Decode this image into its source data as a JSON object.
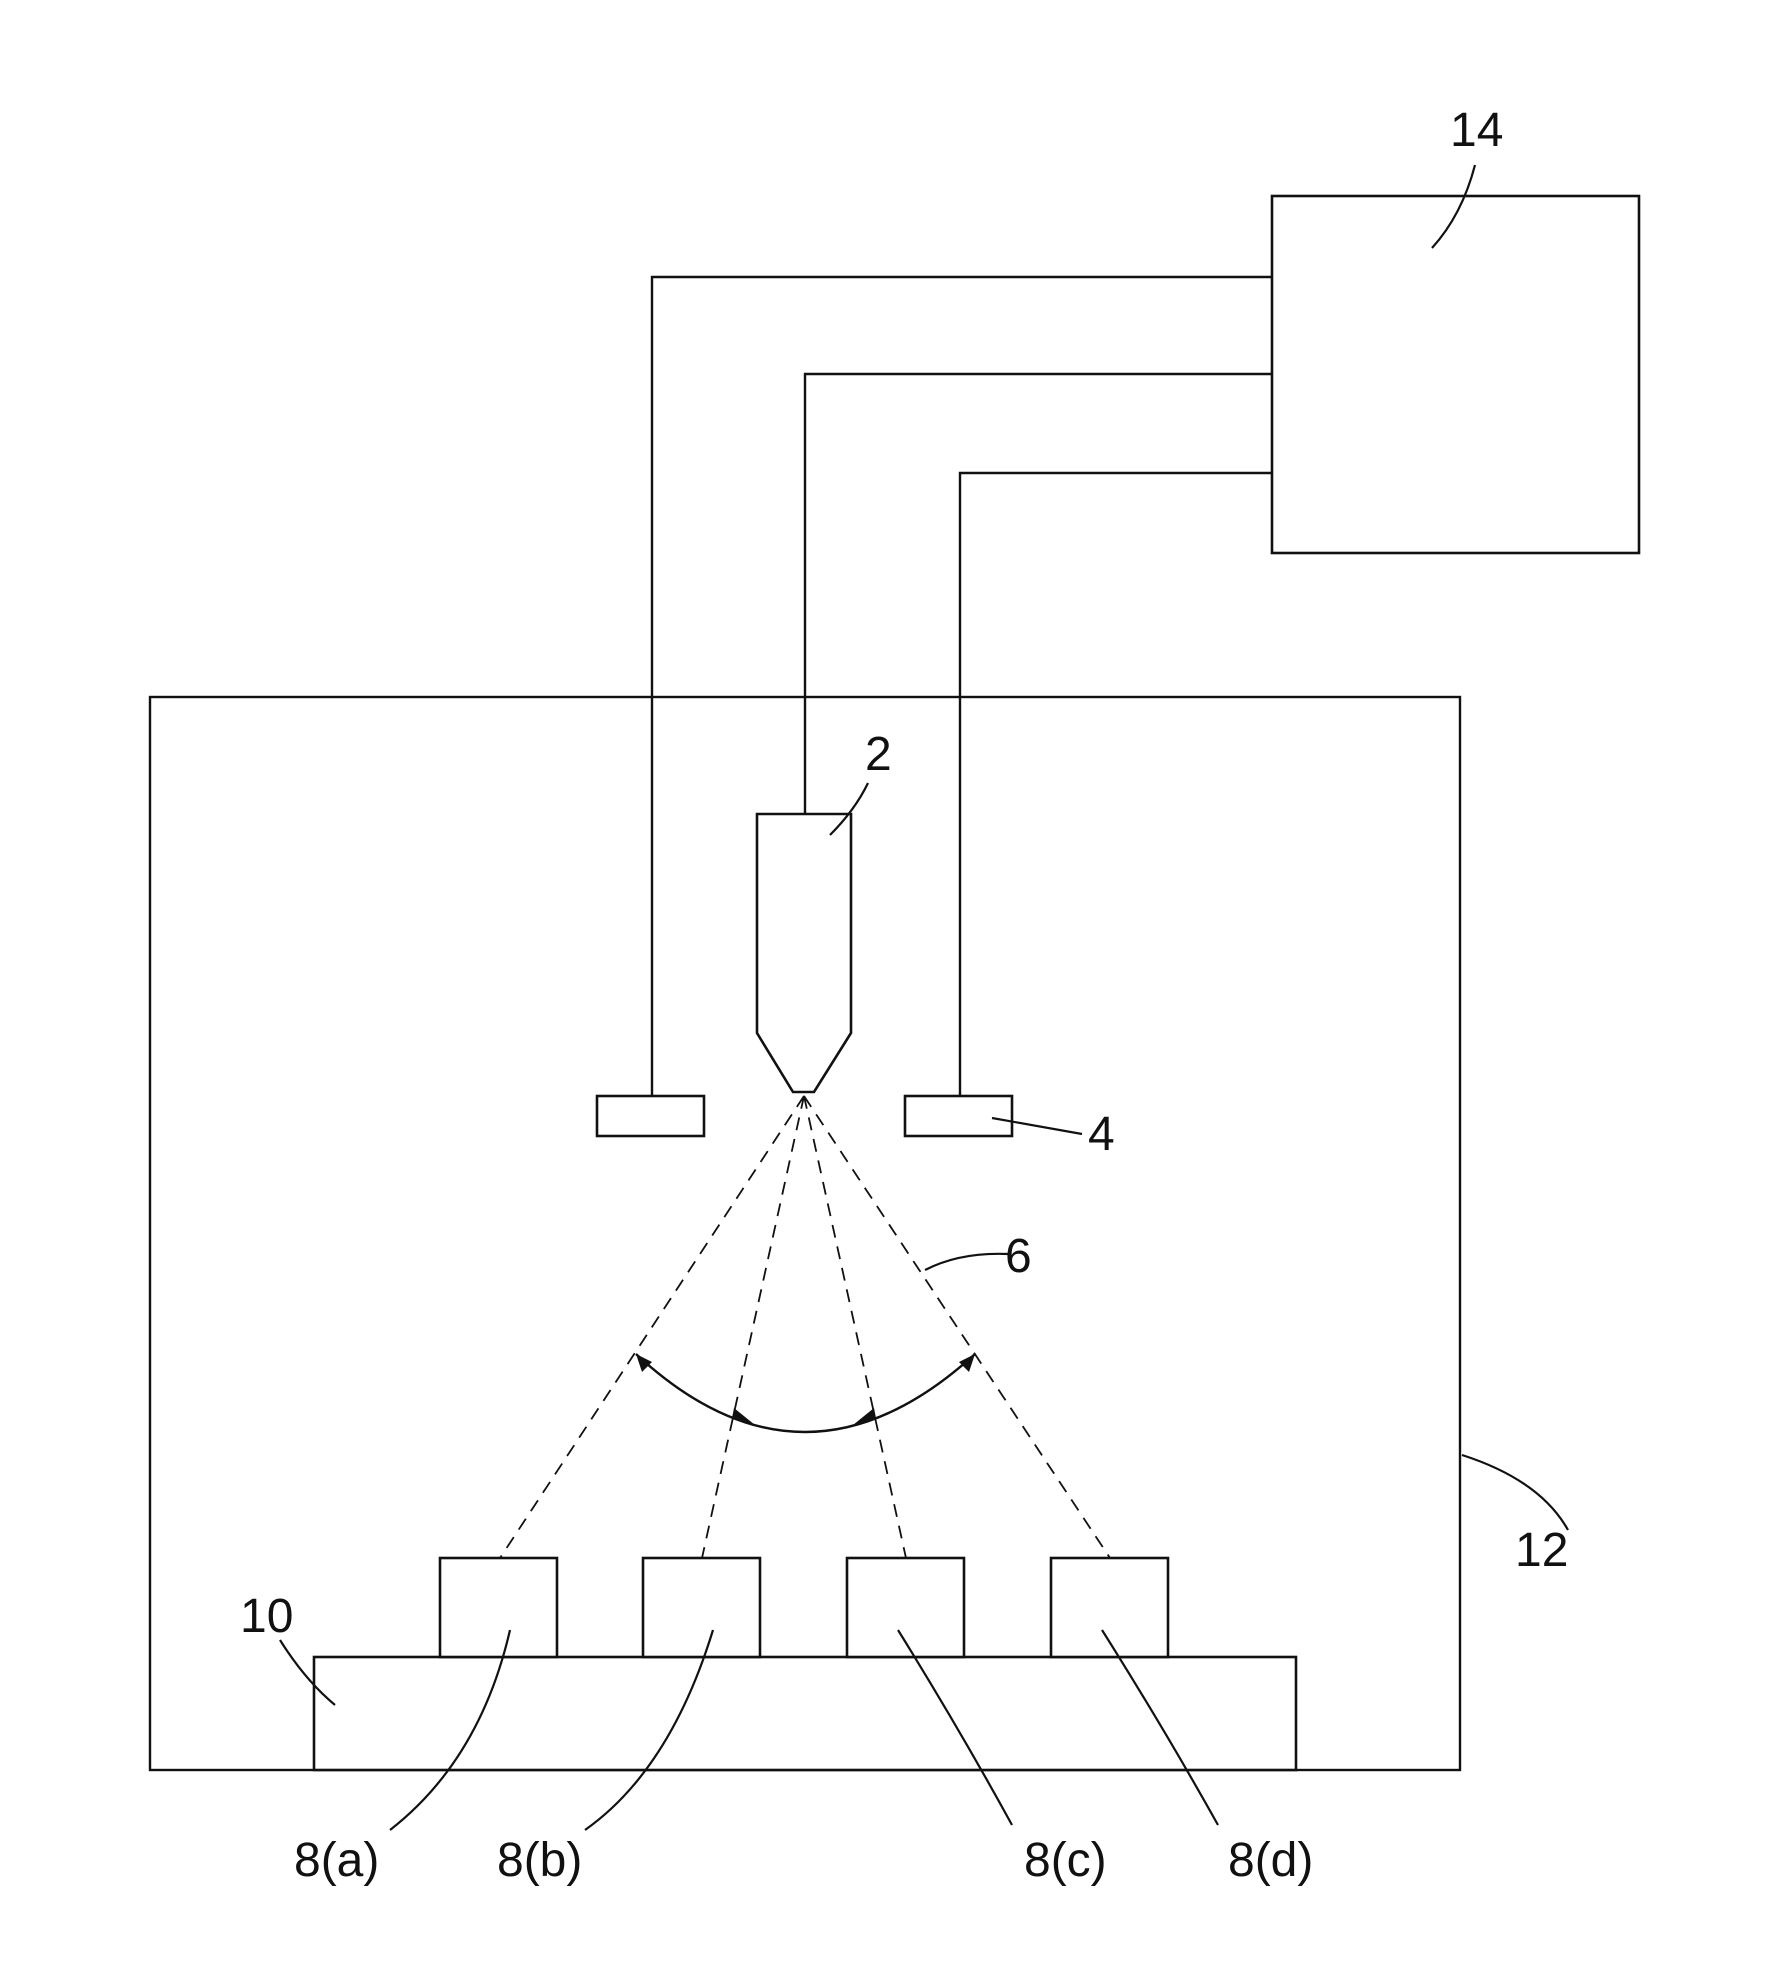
{
  "labels": {
    "controller": "14",
    "chamber": "12",
    "nozzle": "2",
    "electrode": "4",
    "spray": "6",
    "stage": "10",
    "substrate_a": "8(a)",
    "substrate_b": "8(b)",
    "substrate_c": "8(c)",
    "substrate_d": "8(d)"
  }
}
